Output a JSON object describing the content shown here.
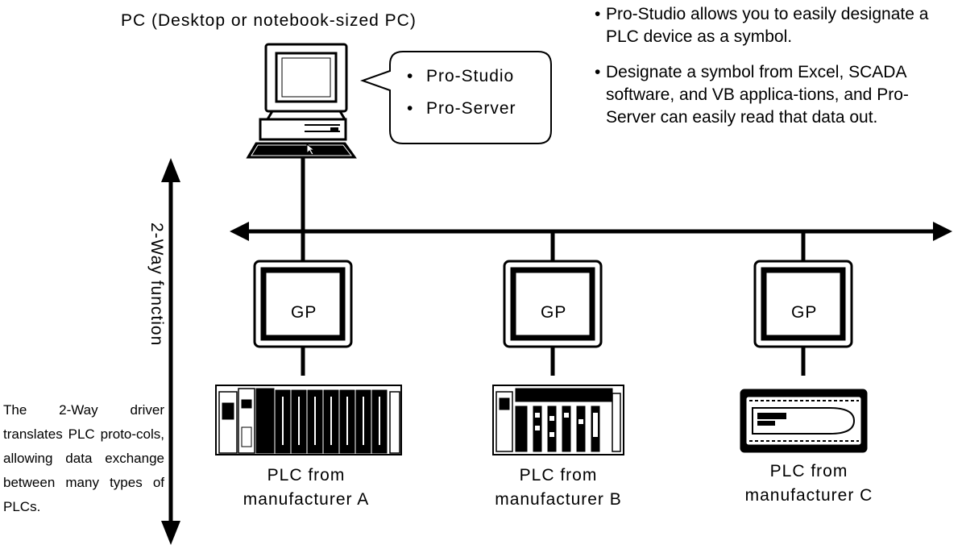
{
  "pc": {
    "title": "PC (Desktop or notebook-sized PC)",
    "software": [
      "Pro-Studio",
      "Pro-Server"
    ]
  },
  "notes": [
    "Pro-Studio allows you to easily designate a PLC device as a symbol.",
    "Designate a symbol from Excel, SCADA software, and VB applica-tions, and Pro-Server can easily read that data out."
  ],
  "function_label": "2-Way function",
  "side_note": "The 2-Way driver translates PLC proto-cols, allowing data exchange between many types of PLCs.",
  "nodes": [
    {
      "gp": "GP",
      "plc_line1": "PLC from",
      "plc_line2": "manufacturer A"
    },
    {
      "gp": "GP",
      "plc_line1": "PLC from",
      "plc_line2": "manufacturer B"
    },
    {
      "gp": "GP",
      "plc_line1": "PLC from",
      "plc_line2": "manufacturer C"
    }
  ]
}
